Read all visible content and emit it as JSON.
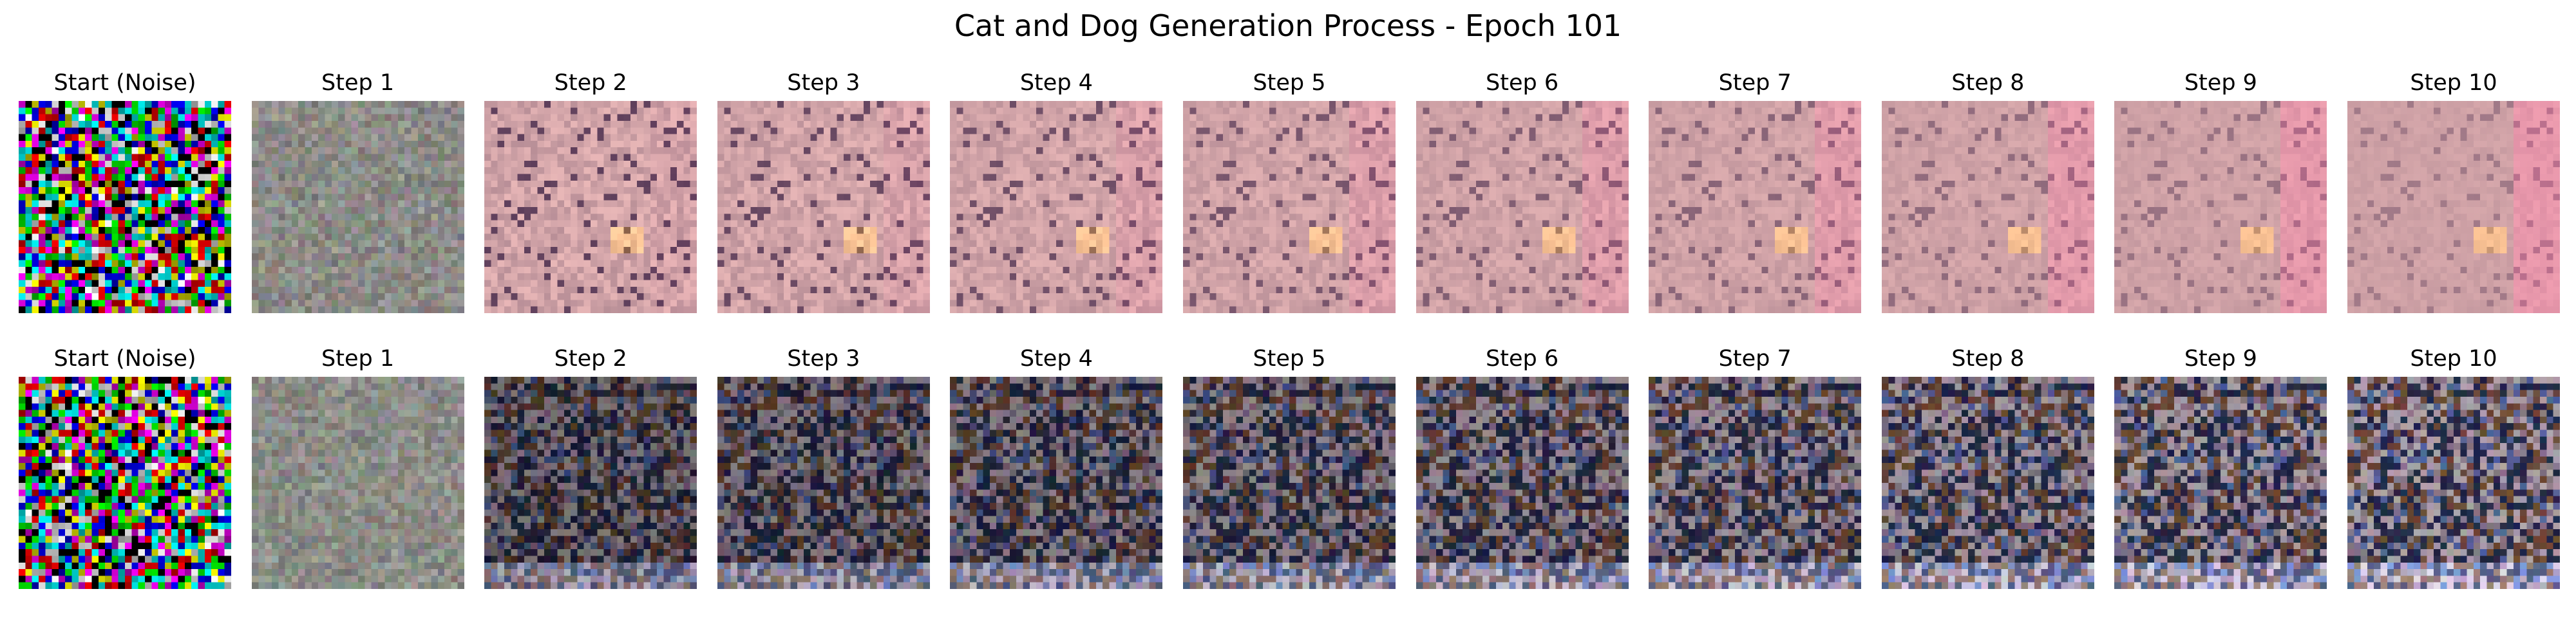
{
  "figure": {
    "title": "Cat and Dog Generation Process - Epoch 101"
  },
  "rows": [
    {
      "panels": [
        {
          "title": "Start (Noise)"
        },
        {
          "title": "Step 1"
        },
        {
          "title": "Step 2"
        },
        {
          "title": "Step 3"
        },
        {
          "title": "Step 4"
        },
        {
          "title": "Step 5"
        },
        {
          "title": "Step 6"
        },
        {
          "title": "Step 7"
        },
        {
          "title": "Step 8"
        },
        {
          "title": "Step 9"
        },
        {
          "title": "Step 10"
        }
      ]
    },
    {
      "panels": [
        {
          "title": "Start (Noise)"
        },
        {
          "title": "Step 1"
        },
        {
          "title": "Step 2"
        },
        {
          "title": "Step 3"
        },
        {
          "title": "Step 4"
        },
        {
          "title": "Step 5"
        },
        {
          "title": "Step 6"
        },
        {
          "title": "Step 7"
        },
        {
          "title": "Step 8"
        },
        {
          "title": "Step 9"
        },
        {
          "title": "Step 10"
        }
      ]
    }
  ]
}
